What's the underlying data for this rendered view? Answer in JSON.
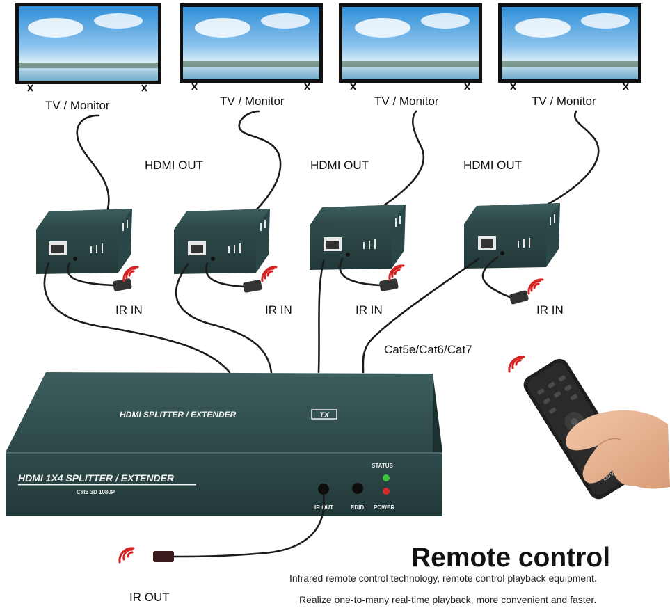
{
  "monitor_label": "TV / Monitor",
  "hdmi_out_label": "HDMI OUT",
  "ir_in_label": "IR IN",
  "ir_out_label": "IR OUT",
  "cable_label": "Cat5e/Cat6/Cat7",
  "transmitter": {
    "top_label": "HDMI SPLITTER / EXTENDER",
    "tx_badge": "TX",
    "front_title": "HDMI 1X4 SPLITTER / EXTENDER",
    "front_subtitle": "Cat6  3D  1080P",
    "status_label": "STATUS",
    "ir_out_port": "IR OUT",
    "edid_label": "EDID",
    "power_label": "POWER"
  },
  "remote_brand": "LeTV",
  "remote_title": "Remote control",
  "description": [
    "Infrared remote control technology, remote control playback equipment.",
    "Realize one-to-many real-time playback, more convenient and faster."
  ],
  "colors": {
    "device_body": "#2c4a4a",
    "device_dark": "#1f3636",
    "ir_signal": "#d42424",
    "status_led": "#3fc43f",
    "power_led": "#d82a2a"
  }
}
